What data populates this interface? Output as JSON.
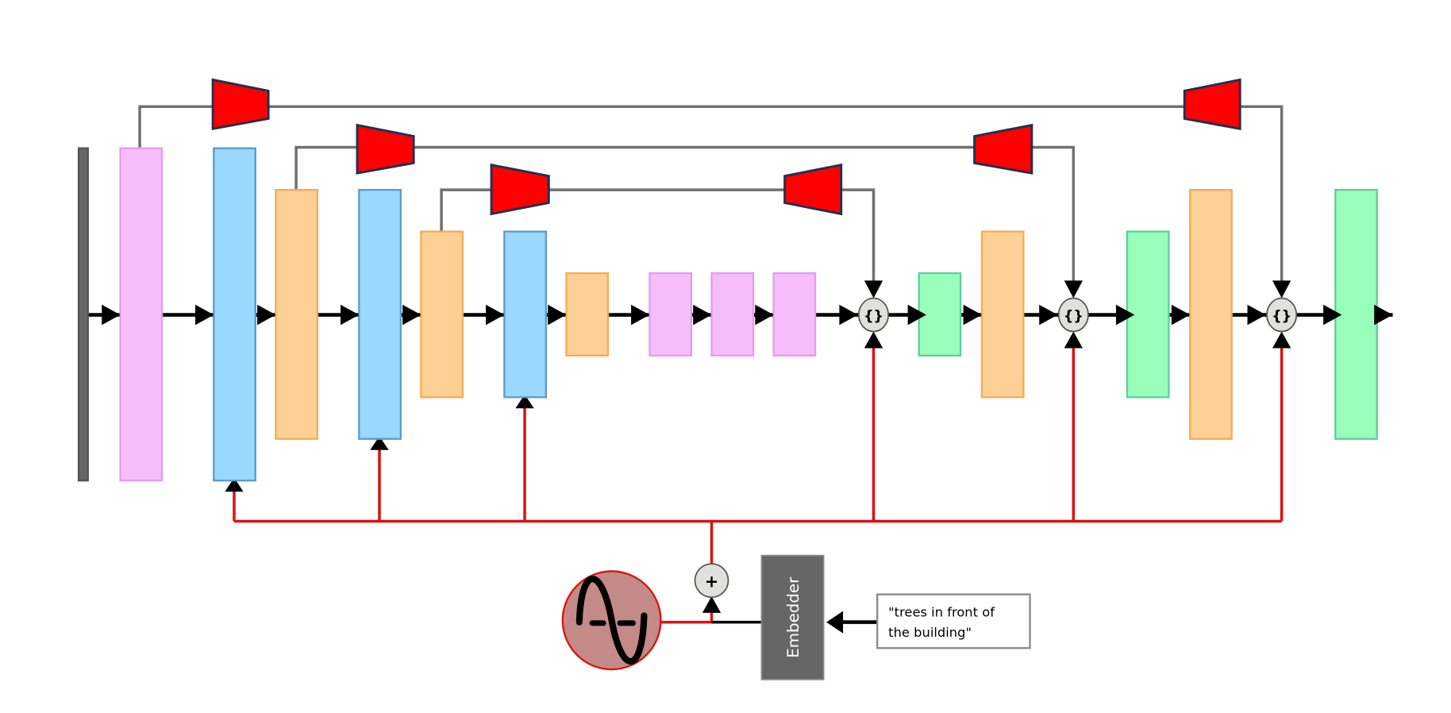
{
  "colors": {
    "pink": "#f7bdfa",
    "pink_stroke": "#e49cf0",
    "blue": "#9ad8fe",
    "blue_stroke": "#5a9ccc",
    "orange": "#fdd095",
    "orange_stroke": "#f4ad55",
    "green": "#98feba",
    "green_stroke": "#5fcf99",
    "input_bar": "#666666",
    "skip_line": "#707070",
    "trapezoid_fill": "#ff0000",
    "trapezoid_stroke": "#1f3055",
    "conditioning_line": "#dd1111",
    "embedder_fill": "#666666",
    "sine_fill": "#c48a87"
  },
  "concat_symbol": "{}",
  "add_symbol": "+",
  "embedder_label": "Embedder",
  "prompt": {
    "line1": "\"trees in front of",
    "line2": "the building\""
  },
  "icons": {
    "timestep": "sine-wave-icon",
    "concat": "concat-node-icon",
    "add": "add-node-icon"
  }
}
